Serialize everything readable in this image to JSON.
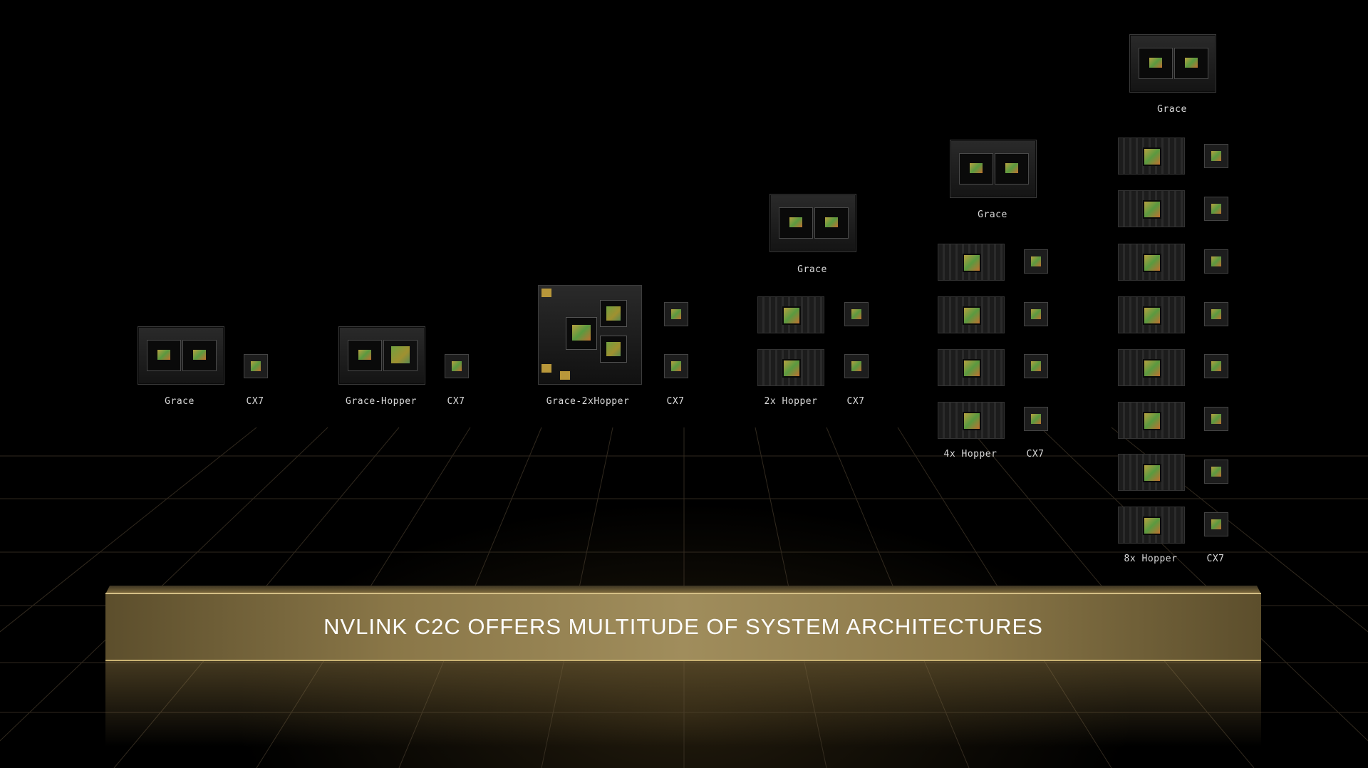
{
  "banner": {
    "title": "NVLINK C2C OFFERS MULTITUDE OF SYSTEM ARCHITECTURES"
  },
  "config1": {
    "grace": "Grace",
    "cx7": "CX7"
  },
  "config2": {
    "grace_hopper": "Grace-Hopper",
    "cx7": "CX7"
  },
  "config3": {
    "grace_2xhopper": "Grace-2xHopper",
    "cx7": "CX7"
  },
  "config4": {
    "grace": "Grace",
    "hopper": "2x Hopper",
    "cx7": "CX7"
  },
  "config5": {
    "grace": "Grace",
    "hopper": "4x Hopper",
    "cx7": "CX7"
  },
  "config6": {
    "grace": "Grace",
    "hopper": "8x Hopper",
    "cx7": "CX7"
  },
  "colors": {
    "accent_gold": "#a08d5c",
    "chip_core": "#5a9a40",
    "background": "#000000"
  }
}
